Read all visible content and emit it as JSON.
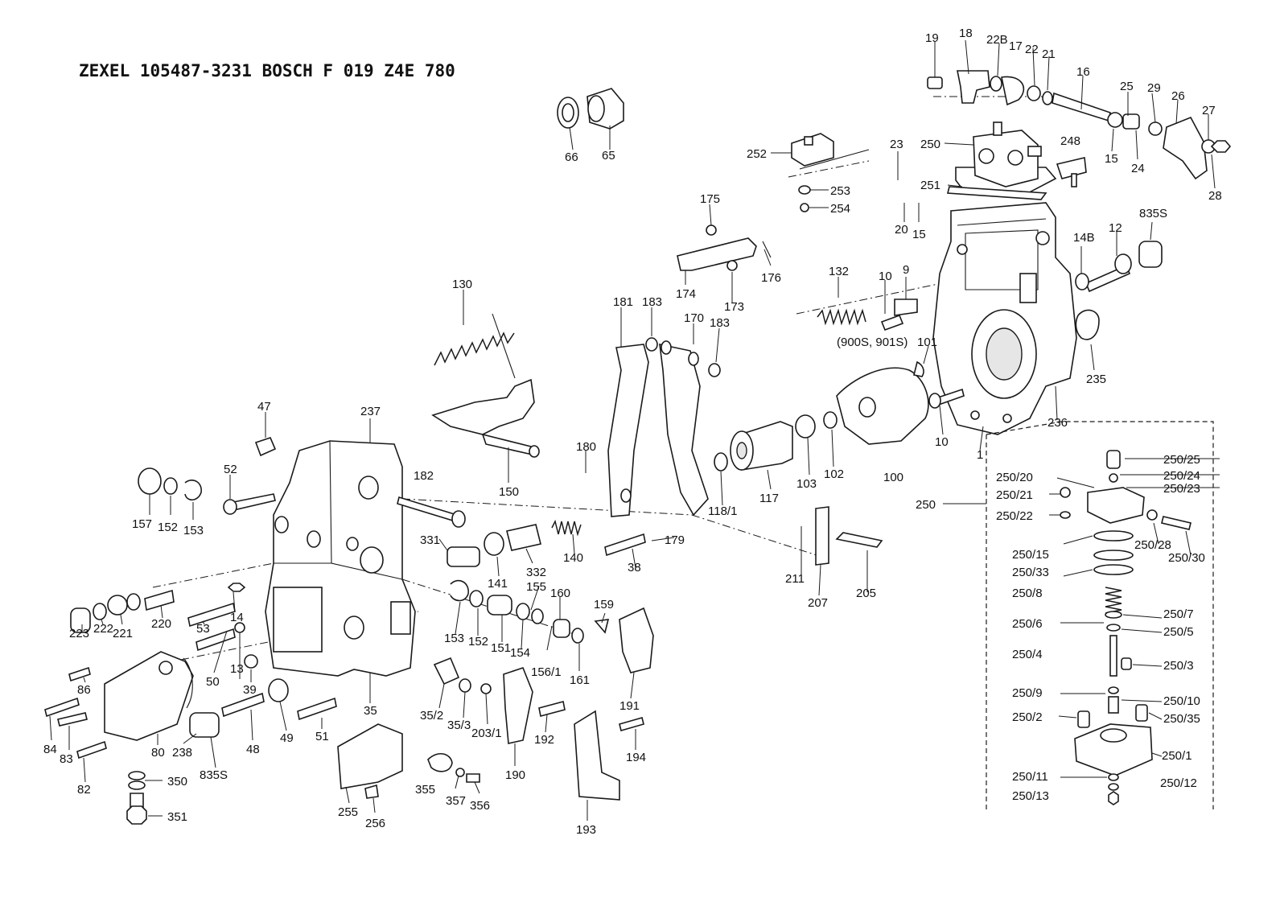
{
  "header": {
    "title": "ZEXEL   105487-3231   BOSCH   F 019 Z4E 780"
  },
  "callouts": [
    {
      "id": "19",
      "text": "19"
    },
    {
      "id": "18",
      "text": "18"
    },
    {
      "id": "22B",
      "text": "22B"
    },
    {
      "id": "17",
      "text": "17"
    },
    {
      "id": "22",
      "text": "22"
    },
    {
      "id": "21",
      "text": "21"
    },
    {
      "id": "16",
      "text": "16"
    },
    {
      "id": "25",
      "text": "25"
    },
    {
      "id": "29",
      "text": "29"
    },
    {
      "id": "26",
      "text": "26"
    },
    {
      "id": "27",
      "text": "27"
    },
    {
      "id": "15a",
      "text": "15"
    },
    {
      "id": "24",
      "text": "24"
    },
    {
      "id": "28",
      "text": "28"
    },
    {
      "id": "250a",
      "text": "250"
    },
    {
      "id": "248",
      "text": "248"
    },
    {
      "id": "23",
      "text": "23"
    },
    {
      "id": "252",
      "text": "252"
    },
    {
      "id": "251",
      "text": "251"
    },
    {
      "id": "253",
      "text": "253"
    },
    {
      "id": "254",
      "text": "254"
    },
    {
      "id": "20",
      "text": "20"
    },
    {
      "id": "15b",
      "text": "15"
    },
    {
      "id": "835Sa",
      "text": "835S"
    },
    {
      "id": "14B",
      "text": "14B"
    },
    {
      "id": "12",
      "text": "12"
    },
    {
      "id": "66",
      "text": "66"
    },
    {
      "id": "65",
      "text": "65"
    },
    {
      "id": "175",
      "text": "175"
    },
    {
      "id": "176",
      "text": "176"
    },
    {
      "id": "174",
      "text": "174"
    },
    {
      "id": "173",
      "text": "173"
    },
    {
      "id": "132",
      "text": "132"
    },
    {
      "id": "10a",
      "text": "10"
    },
    {
      "id": "9",
      "text": "9"
    },
    {
      "id": "130",
      "text": "130"
    },
    {
      "id": "181",
      "text": "181"
    },
    {
      "id": "183a",
      "text": "183"
    },
    {
      "id": "170",
      "text": "170"
    },
    {
      "id": "183b",
      "text": "183"
    },
    {
      "id": "900S",
      "text": "(900S, 901S)"
    },
    {
      "id": "101",
      "text": "101"
    },
    {
      "id": "235",
      "text": "235"
    },
    {
      "id": "236",
      "text": "236"
    },
    {
      "id": "10b",
      "text": "10"
    },
    {
      "id": "1",
      "text": "1"
    },
    {
      "id": "47",
      "text": "47"
    },
    {
      "id": "237",
      "text": "237"
    },
    {
      "id": "182",
      "text": "182"
    },
    {
      "id": "150",
      "text": "150"
    },
    {
      "id": "180",
      "text": "180"
    },
    {
      "id": "117",
      "text": "117"
    },
    {
      "id": "118_1",
      "text": "118/1"
    },
    {
      "id": "103",
      "text": "103"
    },
    {
      "id": "102",
      "text": "102"
    },
    {
      "id": "100",
      "text": "100"
    },
    {
      "id": "250_25",
      "text": "250/25"
    },
    {
      "id": "250_24",
      "text": "250/24"
    },
    {
      "id": "250_20",
      "text": "250/20"
    },
    {
      "id": "250_23",
      "text": "250/23"
    },
    {
      "id": "250_21",
      "text": "250/21"
    },
    {
      "id": "250b",
      "text": "250"
    },
    {
      "id": "250_22",
      "text": "250/22"
    },
    {
      "id": "157",
      "text": "157"
    },
    {
      "id": "152a",
      "text": "152"
    },
    {
      "id": "153a",
      "text": "153"
    },
    {
      "id": "52",
      "text": "52"
    },
    {
      "id": "331",
      "text": "331"
    },
    {
      "id": "332",
      "text": "332"
    },
    {
      "id": "140",
      "text": "140"
    },
    {
      "id": "141",
      "text": "141"
    },
    {
      "id": "38",
      "text": "38"
    },
    {
      "id": "179",
      "text": "179"
    },
    {
      "id": "211",
      "text": "211"
    },
    {
      "id": "207",
      "text": "207"
    },
    {
      "id": "205",
      "text": "205"
    },
    {
      "id": "250_15",
      "text": "250/15"
    },
    {
      "id": "250_28",
      "text": "250/28"
    },
    {
      "id": "250_30",
      "text": "250/30"
    },
    {
      "id": "250_33",
      "text": "250/33"
    },
    {
      "id": "250_8",
      "text": "250/8"
    },
    {
      "id": "250_7",
      "text": "250/7"
    },
    {
      "id": "250_6",
      "text": "250/6"
    },
    {
      "id": "250_5",
      "text": "250/5"
    },
    {
      "id": "250_4",
      "text": "250/4"
    },
    {
      "id": "250_3",
      "text": "250/3"
    },
    {
      "id": "250_9",
      "text": "250/9"
    },
    {
      "id": "250_10",
      "text": "250/10"
    },
    {
      "id": "250_2",
      "text": "250/2"
    },
    {
      "id": "250_35",
      "text": "250/35"
    },
    {
      "id": "250_1",
      "text": "250/1"
    },
    {
      "id": "250_11",
      "text": "250/11"
    },
    {
      "id": "250_12",
      "text": "250/12"
    },
    {
      "id": "250_13",
      "text": "250/13"
    },
    {
      "id": "155",
      "text": "155"
    },
    {
      "id": "160",
      "text": "160"
    },
    {
      "id": "159",
      "text": "159"
    },
    {
      "id": "223",
      "text": "223"
    },
    {
      "id": "222",
      "text": "222"
    },
    {
      "id": "221",
      "text": "221"
    },
    {
      "id": "220",
      "text": "220"
    },
    {
      "id": "53",
      "text": "53"
    },
    {
      "id": "14",
      "text": "14"
    },
    {
      "id": "153b",
      "text": "153"
    },
    {
      "id": "152b",
      "text": "152"
    },
    {
      "id": "151",
      "text": "151"
    },
    {
      "id": "154",
      "text": "154"
    },
    {
      "id": "156_1",
      "text": "156/1"
    },
    {
      "id": "161",
      "text": "161"
    },
    {
      "id": "86",
      "text": "86"
    },
    {
      "id": "50",
      "text": "50"
    },
    {
      "id": "13",
      "text": "13"
    },
    {
      "id": "39",
      "text": "39"
    },
    {
      "id": "35",
      "text": "35"
    },
    {
      "id": "191",
      "text": "191"
    },
    {
      "id": "84",
      "text": "84"
    },
    {
      "id": "83",
      "text": "83"
    },
    {
      "id": "80",
      "text": "80"
    },
    {
      "id": "238",
      "text": "238"
    },
    {
      "id": "48",
      "text": "48"
    },
    {
      "id": "49",
      "text": "49"
    },
    {
      "id": "51",
      "text": "51"
    },
    {
      "id": "35_2",
      "text": "35/2"
    },
    {
      "id": "35_3",
      "text": "35/3"
    },
    {
      "id": "203_1",
      "text": "203/1"
    },
    {
      "id": "192",
      "text": "192"
    },
    {
      "id": "194",
      "text": "194"
    },
    {
      "id": "82",
      "text": "82"
    },
    {
      "id": "835Sb",
      "text": "835S"
    },
    {
      "id": "190",
      "text": "190"
    },
    {
      "id": "350",
      "text": "350"
    },
    {
      "id": "355",
      "text": "355"
    },
    {
      "id": "357",
      "text": "357"
    },
    {
      "id": "356",
      "text": "356"
    },
    {
      "id": "255",
      "text": "255"
    },
    {
      "id": "256",
      "text": "256"
    },
    {
      "id": "351",
      "text": "351"
    },
    {
      "id": "193",
      "text": "193"
    }
  ]
}
